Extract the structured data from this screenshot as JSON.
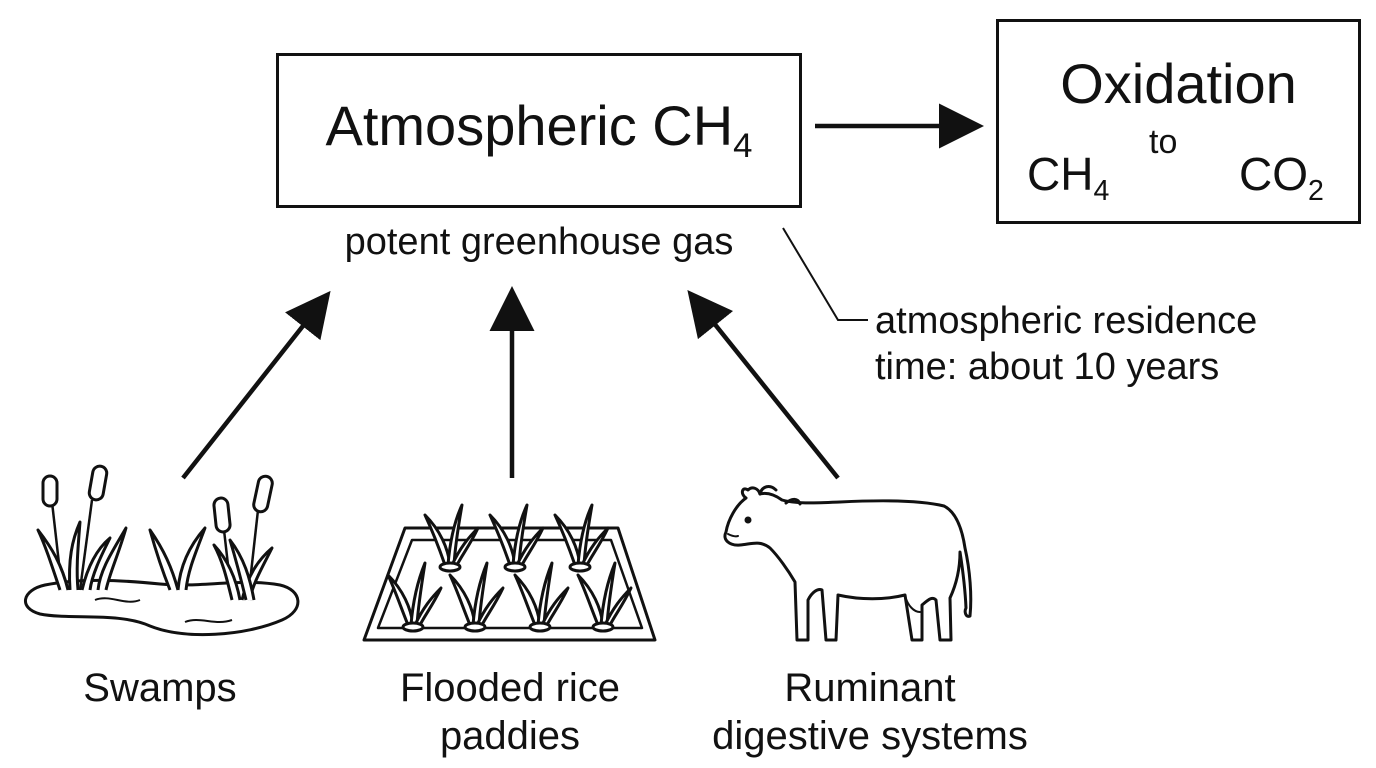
{
  "atmospheric_box": {
    "title_main": "Atmospheric CH",
    "title_sub": "4"
  },
  "potent_label": "potent greenhouse gas",
  "oxidation_box": {
    "title": "Oxidation",
    "reactant_main": "CH",
    "reactant_sub": "4",
    "arrow_label": "to",
    "product_main": "CO",
    "product_sub": "2"
  },
  "residence_note": {
    "line1": "atmospheric residence",
    "line2": "time: about 10 years"
  },
  "sources": {
    "swamps": {
      "label": "Swamps"
    },
    "rice": {
      "line1": "Flooded rice",
      "line2": "paddies"
    },
    "ruminant": {
      "line1": "Ruminant",
      "line2": "digestive systems"
    }
  }
}
